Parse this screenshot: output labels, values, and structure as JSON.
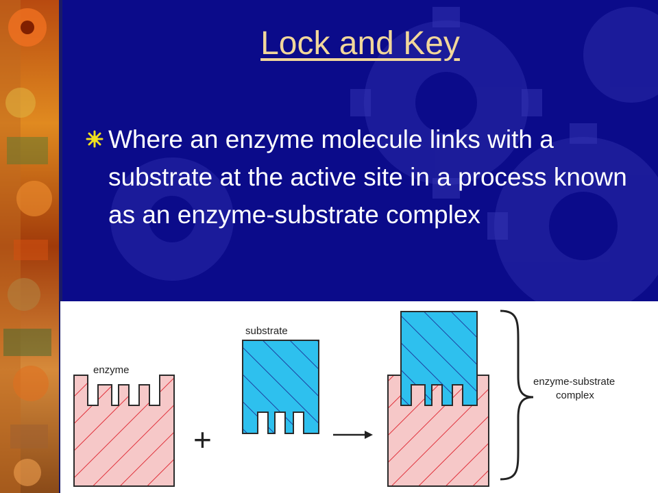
{
  "slide": {
    "title": "Lock and Key",
    "bullet": "Where an enzyme molecule links with a substrate at the active site in a process known as an enzyme-substrate complex",
    "colors": {
      "background": "#0b0b8a",
      "title": "#f1d79a",
      "text": "#ffffff",
      "bullet": "#f0e020"
    }
  },
  "diagram": {
    "enzyme_label": "enzyme",
    "substrate_label": "substrate",
    "plus_sign": "+",
    "arrow_icon": "right-arrow-icon",
    "complex_label_line1": "enzyme-substrate",
    "complex_label_line2": "complex",
    "colors": {
      "enzyme_fill": "#f6c8c8",
      "enzyme_hatch": "#e0303a",
      "substrate_fill": "#2ec0ee",
      "substrate_hatch": "#1d3fa0"
    }
  }
}
